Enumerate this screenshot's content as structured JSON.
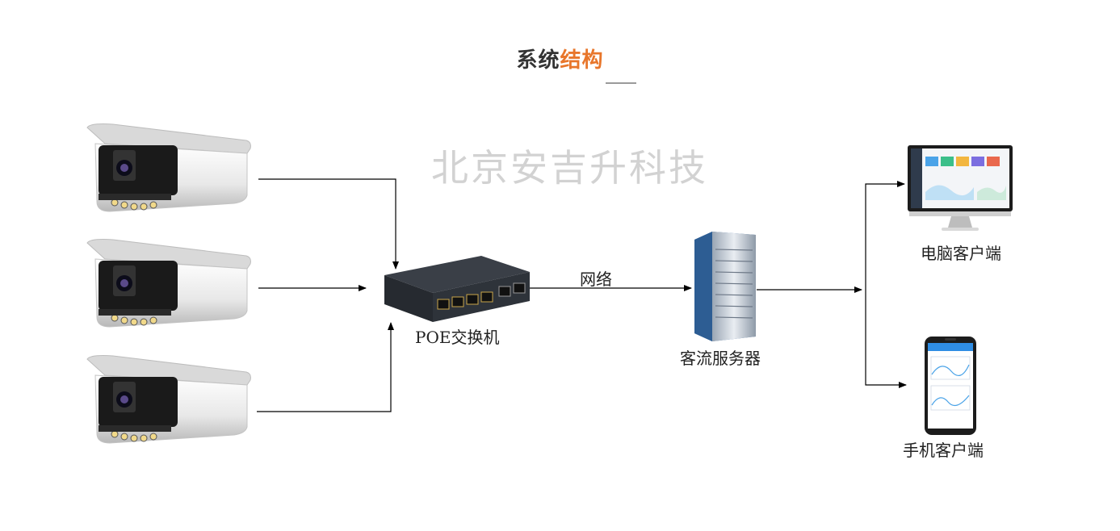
{
  "title": {
    "part1": "系统",
    "part2": "结构"
  },
  "watermark": "北京安吉升科技",
  "nodes": {
    "switch": "POE交换机",
    "server": "客流服务器",
    "pc": "电脑客户端",
    "phone": "手机客户端"
  },
  "link_label": "网络",
  "colors": {
    "accent": "#e8762b",
    "line": "#000000",
    "watermark": "#d2d2d2"
  }
}
